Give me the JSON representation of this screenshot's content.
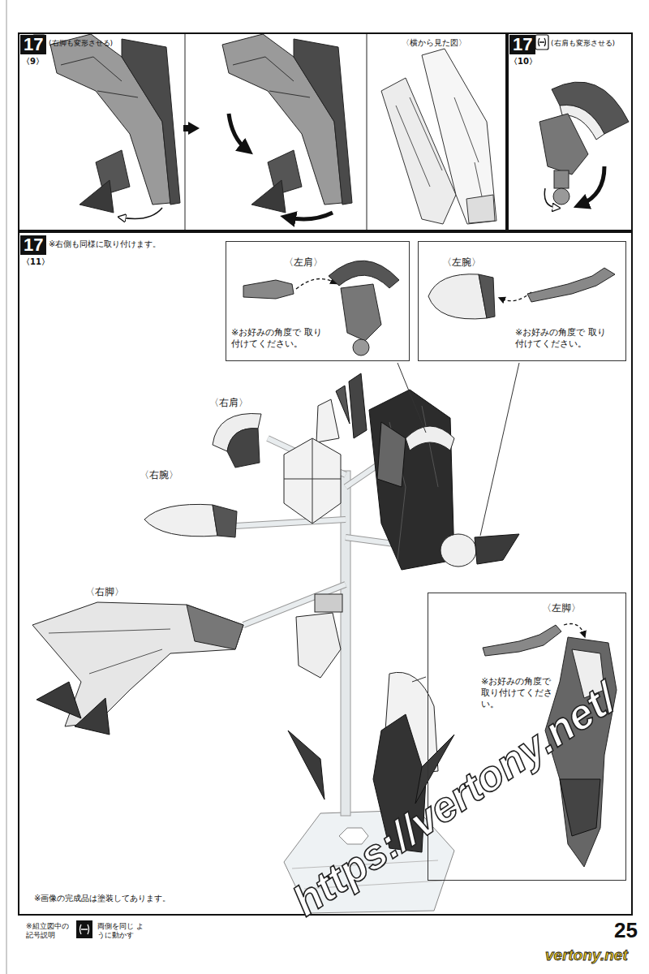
{
  "diagram": {
    "nodes": [
      {
        "text": [
          "17",
          "〈9〉",
          "(右脚も変形させる)",
          "〈横から見た図〉"
        ]
      },
      {
        "text": [
          "17",
          "〈10〉",
          "(右肩も変形させる)"
        ]
      },
      {
        "text": [
          "17",
          "〈11〉",
          "※右側も同様に取り付けます。",
          "※画像の完成品は塗装してあります。"
        ]
      },
      {
        "text": [
          "〈左肩〉",
          "※お好みの角度で 取り付けてください。"
        ],
        "in": 2
      },
      {
        "text": [
          "〈左腕〉",
          "※お好みの角度で 取り付けてください。"
        ],
        "in": 2
      },
      {
        "text": [
          "〈左脚〉",
          "※お好みの角度で 取り付けてください。"
        ],
        "in": 2
      }
    ],
    "labels": [
      "〈右肩〉",
      "〈右腕〉",
      "〈右脚〉",
      "※組立図中の 記号説明",
      "25",
      "https://vertony.net/",
      "vertony.net"
    ],
    "legend": [
      {
        "text": "両側を同じ ように動かす"
      }
    ]
  }
}
